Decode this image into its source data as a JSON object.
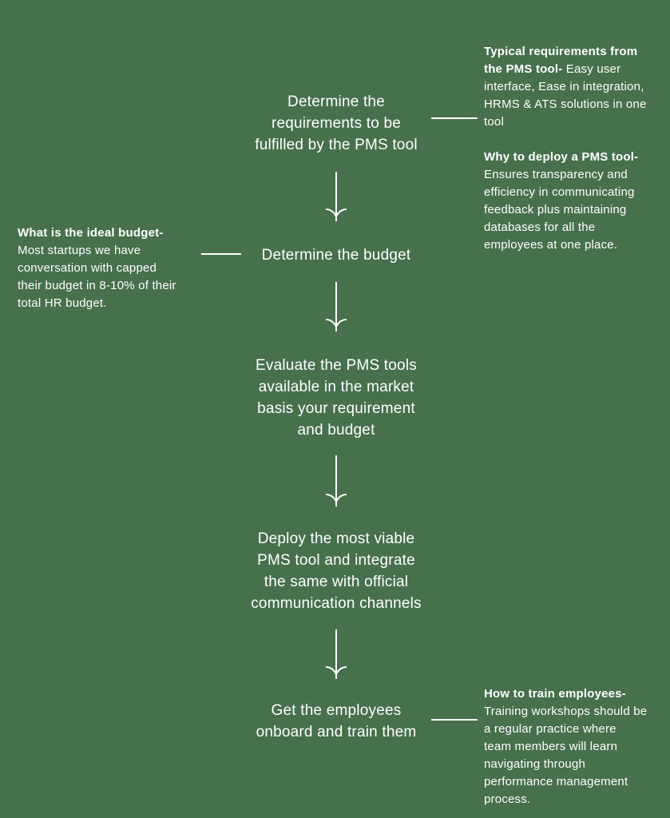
{
  "page": {
    "background_color": "#47704D",
    "text_color": "#FFFFFF",
    "accent_color": "#FFFFFF"
  },
  "flow": {
    "steps": [
      {
        "label": "Determine the\nrequirements to be\nfulfilled by the PMS tool"
      },
      {
        "label": "Determine the budget"
      },
      {
        "label": "Evaluate the PMS tools\navailable in the market\nbasis your requirement\nand budget"
      },
      {
        "label": "Deploy the most viable\nPMS tool and integrate\nthe same with official\ncommunication channels"
      },
      {
        "label": "Get the employees\nonboard and train them"
      }
    ]
  },
  "annotations": {
    "right_top": {
      "p1": {
        "heading": "Typical requirements from\nthe PMS tool-",
        "body": " Easy user\ninterface, Ease in integration,\nHRMS & ATS solutions in one\ntool"
      },
      "p2": {
        "heading": "Why to deploy a PMS tool-",
        "body": "\nEnsures transparency and\nefficiency in communicating\nfeedback plus maintaining\ndatabases for all the\nemployees at one place."
      }
    },
    "left": {
      "heading": "What is the ideal budget-",
      "body": "\nMost startups we have\nconversation with capped\ntheir budget in 8-10% of their\ntotal HR budget."
    },
    "right_bottom": {
      "heading": "How to train employees-",
      "body": "\nTraining workshops should be\na regular practice where\nteam members will learn\nnavigating through\nperformance management\nprocess."
    }
  }
}
